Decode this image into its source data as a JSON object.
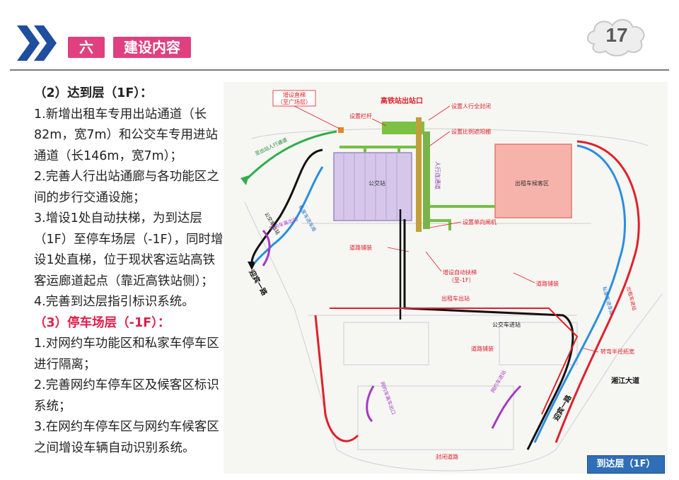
{
  "section": {
    "number": "六",
    "title": "建设内容"
  },
  "page_number": "17",
  "text": {
    "h1": "（2）达到层（1F）：",
    "p1": "1.新增出租车专用出站通道（长82m，宽7m）和公交车专用进站通道（长146m，宽7m）；",
    "p2": "2.完善人行出站通廊与各功能区之间的步行交通设施；",
    "p3": "3.增设1处自动扶梯，为到达层（1F）至停车场层（-1F），同时增设1处直梯，位于现状客运站高铁客运廊道起点（靠近高铁站侧）；",
    "p4": "4.完善到达层指引标识系统。",
    "h2": "（3）停车场层（-1F）：",
    "p5": "1.对网约车功能区和私家车停车区进行隔离；",
    "p6": "2.完善网约车停车区及候客区标识系统；",
    "p7": "3.在网约车停车区与网约车候客区之间增设车辆自动识别系统。"
  },
  "map": {
    "caption": "到达层（1F）",
    "labels": {
      "hsr_exit": "高铁站出站口",
      "stair": "增设直梯",
      "stair_sub": "（至广场层）",
      "railing": "设置栏杆",
      "ped_closed": "设置人行全封闭",
      "sunshade": "设置比例遮阳棚",
      "oneway_gate": "设置单向闸机",
      "bus_station": "公交站",
      "taxi_wait": "出租车候客区",
      "ped_corridor": "人行连通道",
      "plaza_exit": "至出站人行通道",
      "road_pave": "道路铺装",
      "escalator": "增设自动扶梯",
      "escalator_sub": "（至-1F）",
      "taxi_exit": "出租车出站",
      "bus_entry": "公交车进站",
      "bus_exit": "公交车出站",
      "private_entry": "私家车进车库",
      "ridehail_exit": "网约车离出站",
      "ridehail_exit2": "网约车离车出口",
      "ridehail_entry": "网约车进站",
      "private_entry_r": "私家车进车库",
      "taxi_entry": "出租车进站",
      "turn_widen": "转弯半径拓宽",
      "road_yingbin_1": "迎宾一路",
      "road_yingbin_2": "迎宾一路",
      "road_xiangjiang": "湘江大道",
      "closed_road": "封闭道路"
    }
  },
  "colors": {
    "accent": "#e0407f",
    "chevron": "#1f4e9c",
    "caption_bg": "#2e6fb7"
  }
}
